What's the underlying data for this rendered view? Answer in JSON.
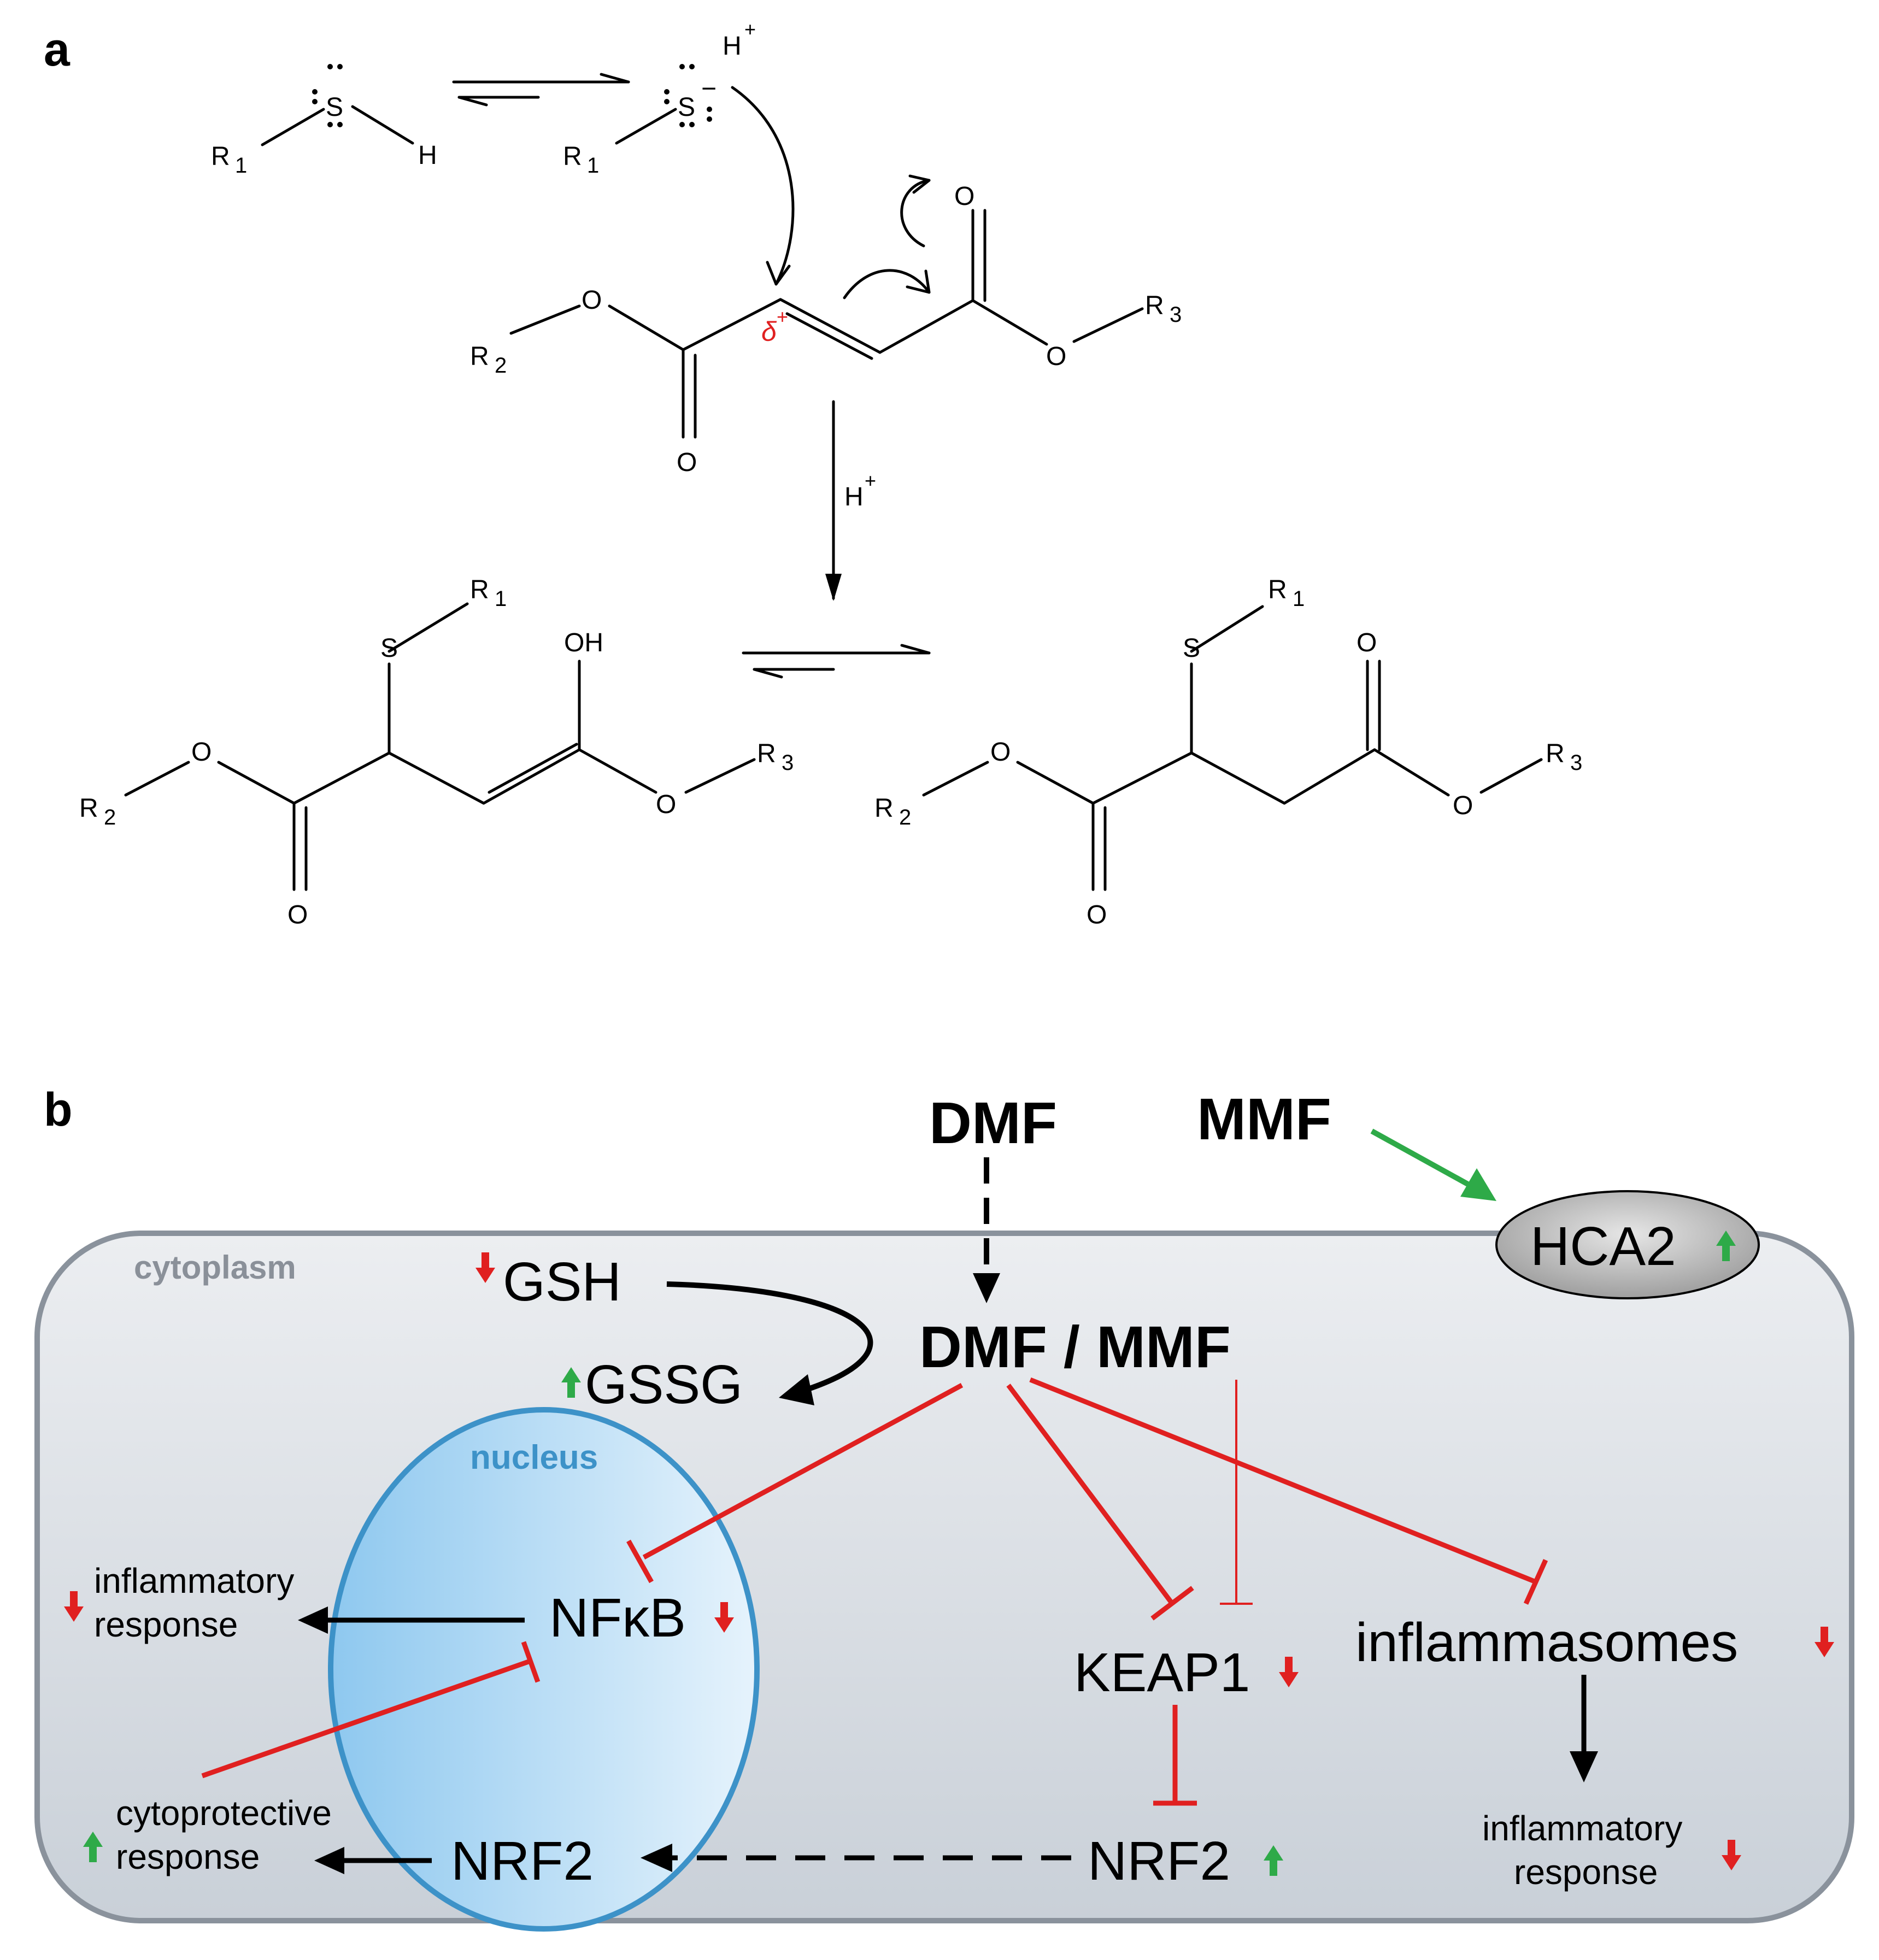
{
  "panels": {
    "a": "a",
    "b": "b"
  },
  "chemistry": {
    "thiol": {
      "S": "S",
      "H": "H",
      "R": "R",
      "R_sub": "1"
    },
    "thiolate": {
      "S": "S",
      "charge": "−",
      "proton": "H",
      "proton_charge": "+",
      "R": "R",
      "R_sub": "1"
    },
    "fumarate": {
      "O_ester_left": "O",
      "O_carbonyl_left": "O",
      "O_carbonyl_right": "O",
      "O_ester_right": "O",
      "R2": "R",
      "R2_sub": "2",
      "R3": "R",
      "R3_sub": "3",
      "delta": "δ",
      "delta_charge": "+"
    },
    "reagent": {
      "H": "H",
      "charge": "+"
    },
    "enol": {
      "S": "S",
      "OH": "OH",
      "O_ester_left": "O",
      "O_carbonyl": "O",
      "O_ester_right": "O",
      "R1": "R",
      "R1_sub": "1",
      "R2": "R",
      "R2_sub": "2",
      "R3": "R",
      "R3_sub": "3"
    },
    "product": {
      "S": "S",
      "O_top": "O",
      "O_ester_left": "O",
      "O_carbonyl": "O",
      "O_ester_right": "O",
      "R1": "R",
      "R1_sub": "1",
      "R2": "R",
      "R2_sub": "2",
      "R3": "R",
      "R3_sub": "3"
    }
  },
  "pathway": {
    "drugs": {
      "dmf": "DMF",
      "mmf": "MMF",
      "combined": "DMF / MMF"
    },
    "compartments": {
      "cytoplasm": "cytoplasm",
      "nucleus": "nucleus"
    },
    "receptor": "HCA2",
    "nodes": {
      "gsh": "GSH",
      "gssg": "GSSG",
      "nfkb": "NFκB",
      "keap1": "KEAP1",
      "nrf2_cyto": "NRF2",
      "nrf2_nuc": "NRF2",
      "inflammasomes": "inflammasomes"
    },
    "responses": {
      "inflam_left_1": "inflammatory",
      "inflam_left_2": "response",
      "cyto_1": "cytoprotective",
      "cyto_2": "response",
      "inflam_right_1": "inflammatory",
      "inflam_right_2": "response"
    },
    "colors": {
      "inhibition": "#e02020",
      "activation_mmf": "#2eaa48",
      "up_arrow": "#2eaa48",
      "down_arrow": "#e02020",
      "nucleus_border": "#3d92c8",
      "nucleus_label": "#3d92c8",
      "cell_border": "#8a929c",
      "cytoplasm_label": "#8a9099"
    },
    "indicators": {
      "gsh": "down",
      "gssg": "up",
      "hca2": "up",
      "nfkb": "down",
      "keap1": "down",
      "nrf2_cyto": "up",
      "inflammasomes": "down",
      "inflam_left": "down",
      "cyto_response": "up",
      "inflam_right": "down"
    }
  }
}
